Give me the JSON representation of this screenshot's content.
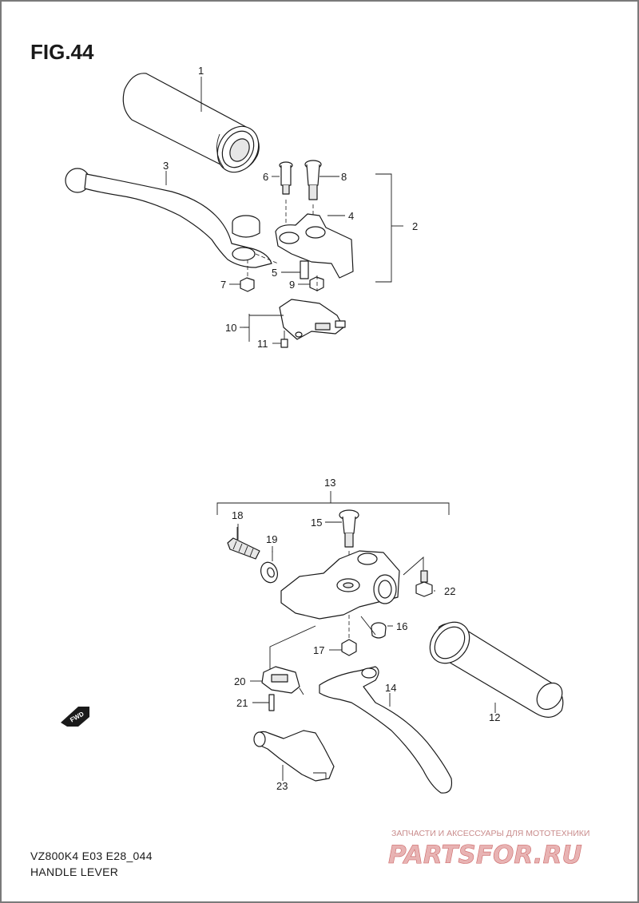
{
  "figure": {
    "title": "FIG.44"
  },
  "callouts": [
    "1",
    "2",
    "3",
    "4",
    "5",
    "6",
    "7",
    "8",
    "9",
    "10",
    "11",
    "12",
    "13",
    "14",
    "15",
    "16",
    "17",
    "18",
    "19",
    "20",
    "21",
    "22",
    "23"
  ],
  "direction_marker": {
    "label": "FWD",
    "icon": "fwd-arrow-icon"
  },
  "footer": {
    "code": "VZ800K4 E03 E28_044",
    "name": "HANDLE LEVER"
  },
  "watermark": {
    "subtitle": "ЗАПЧАСТИ И АКСЕССУАРЫ ДЛЯ МОТОТЕХНИКИ",
    "logo": "PARTSFOR.RU"
  },
  "colors": {
    "ink": "#1a1a1a",
    "frame": "#7a7a7a",
    "watermark": "#cc4444"
  }
}
